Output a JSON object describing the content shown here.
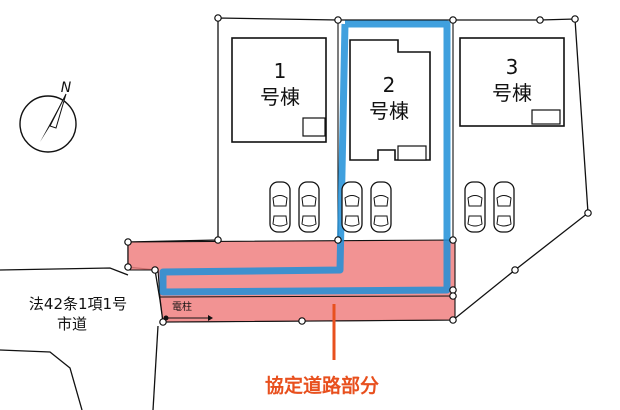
{
  "compass": {
    "label": "N",
    "icon": "north-arrow-icon"
  },
  "buildings": [
    {
      "num": "1",
      "name": "号棟"
    },
    {
      "num": "2",
      "name": "号棟"
    },
    {
      "num": "3",
      "name": "号棟"
    }
  ],
  "road": {
    "line1": "法42条1項1号",
    "line2": "市道"
  },
  "utility_pole": {
    "label": "電柱"
  },
  "agreement_road": {
    "label": "協定道路部分"
  },
  "colors": {
    "agreement_fill": "#f08080",
    "access_route": "#1e8fd8",
    "callout": "#e8501e",
    "outline": "#111111"
  }
}
